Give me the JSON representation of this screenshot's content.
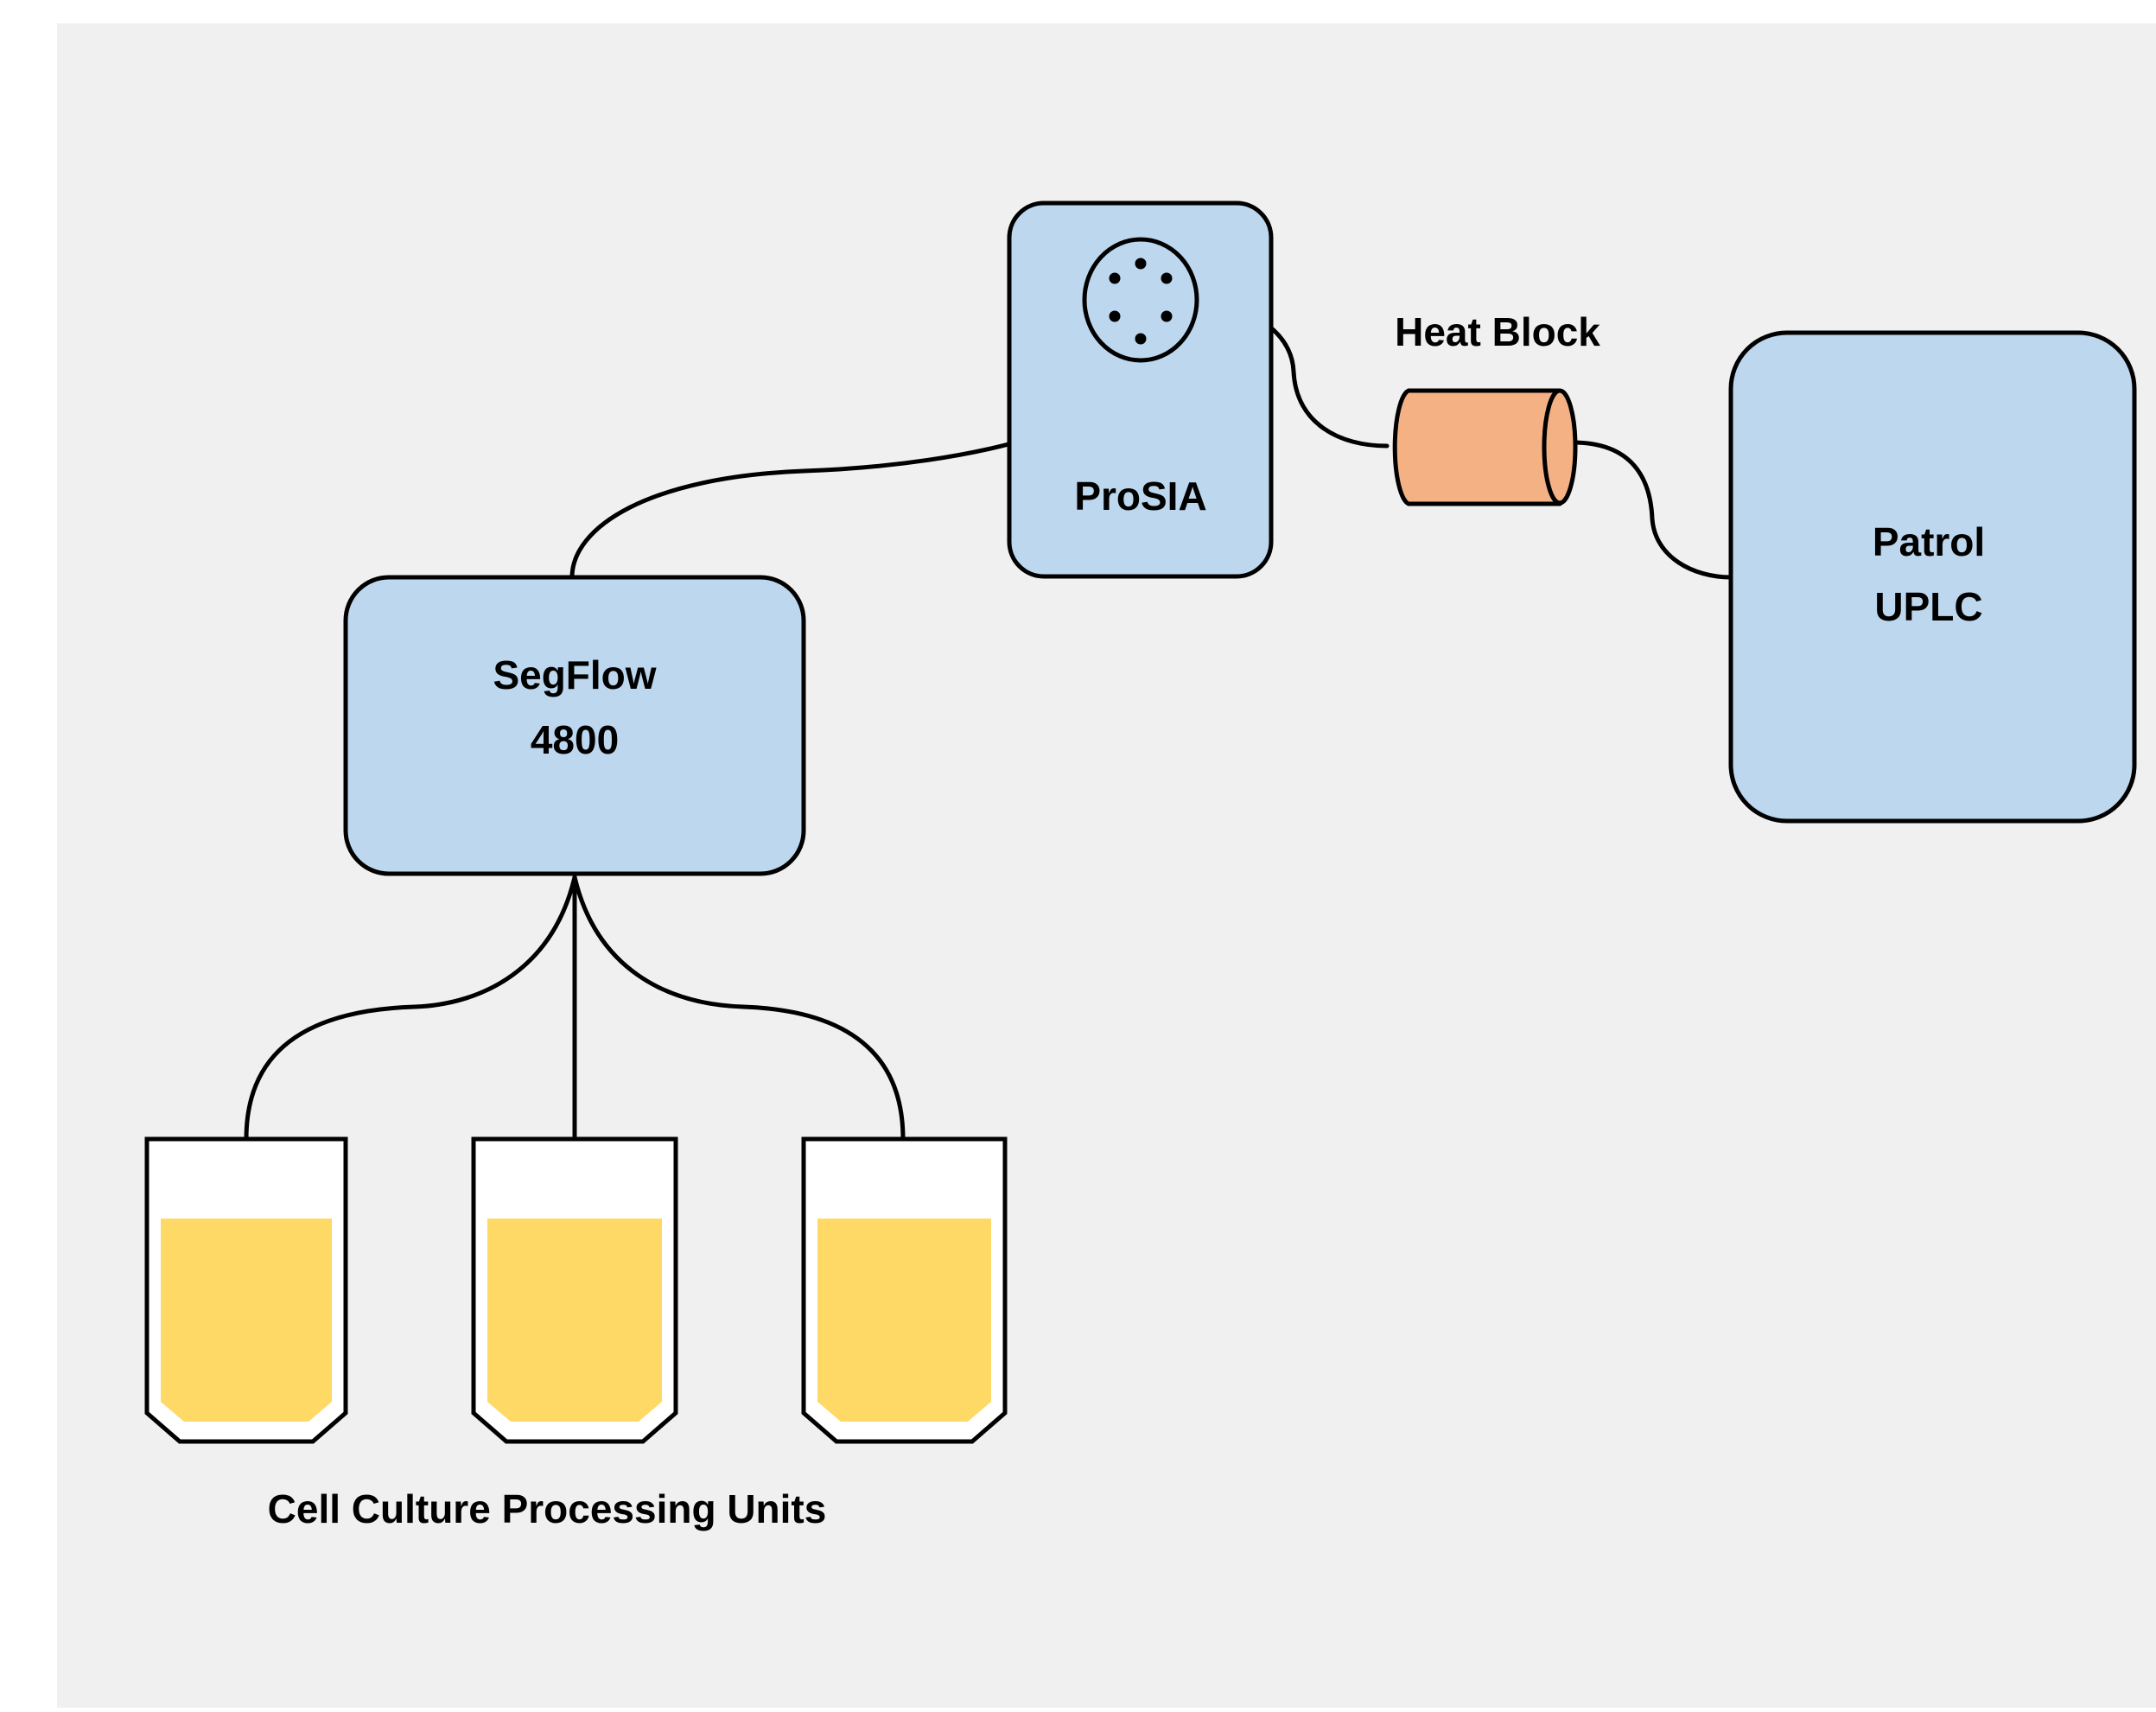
{
  "colors": {
    "background": "#f0f0f0",
    "device_fill": "#bdd7ee",
    "heat_block_fill": "#f4b183",
    "liquid_fill": "#ffd966",
    "stroke": "#000000"
  },
  "devices": {
    "segflow": {
      "line1": "SegFlow",
      "line2": "4800"
    },
    "prosia": {
      "label": "ProSIA",
      "icon": "six-port-valve-icon"
    },
    "heat_block": {
      "label": "Heat Block"
    },
    "patrol": {
      "line1": "Patrol",
      "line2": "UPLC"
    }
  },
  "cell_culture": {
    "label": "Cell Culture Processing Units",
    "unit_count": 3
  }
}
